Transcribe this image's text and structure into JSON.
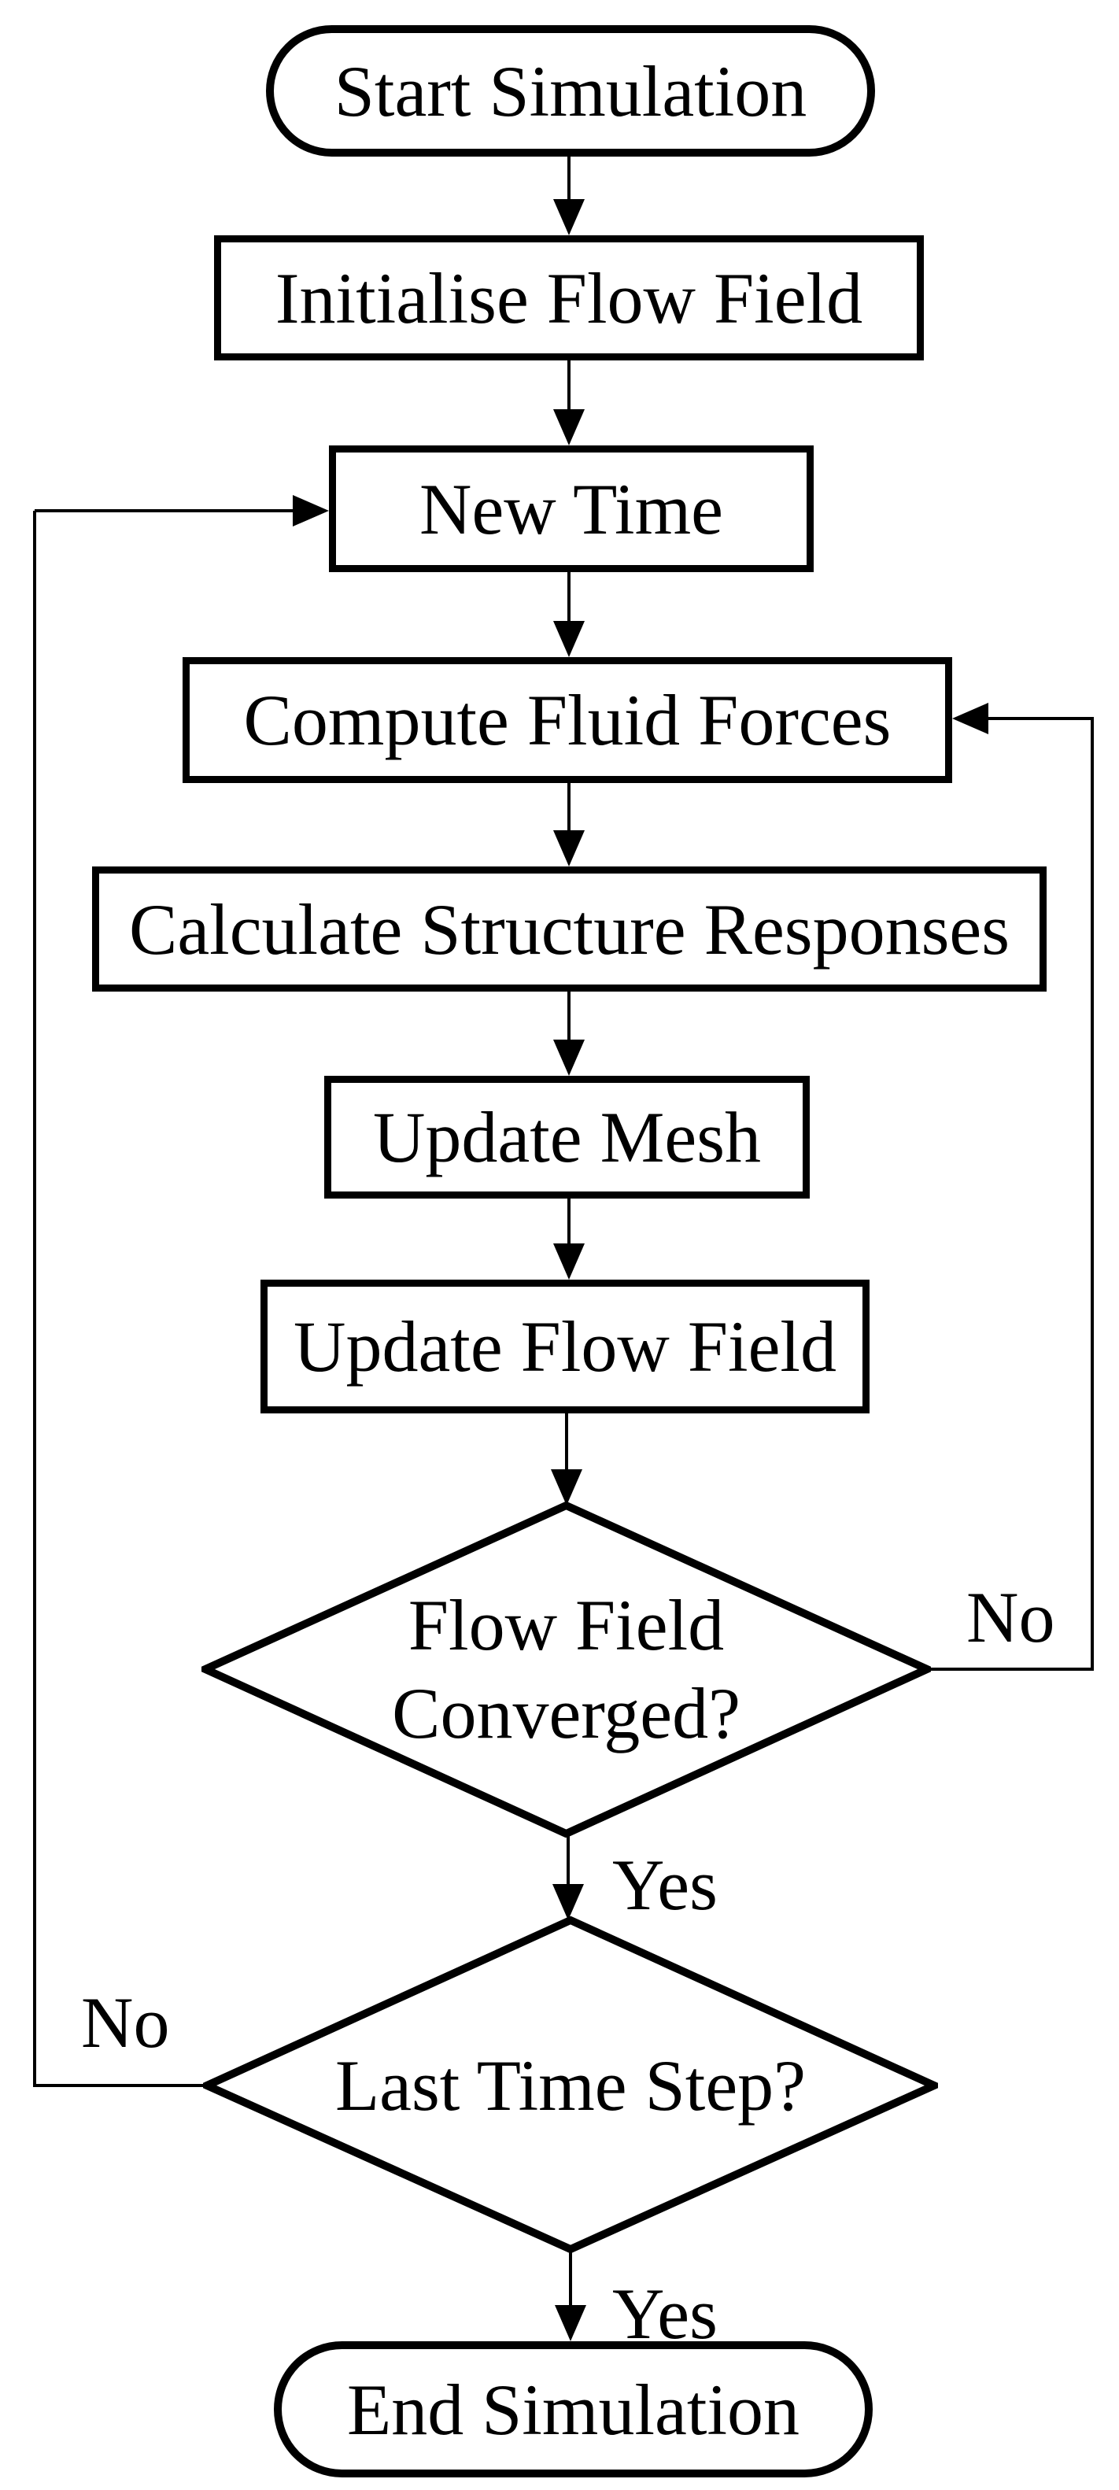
{
  "flowchart": {
    "nodes": {
      "start": "Start Simulation",
      "initialise": "Initialise Flow Field",
      "new_time": "New Time",
      "compute_forces": "Compute Fluid Forces",
      "calc_responses": "Calculate Structure Responses",
      "update_mesh": "Update Mesh",
      "update_flow": "Update Flow Field",
      "converged_line1": "Flow Field",
      "converged_line2": "Converged?",
      "last_time_step": "Last Time Step?",
      "end": "End Simulation"
    },
    "edge_labels": {
      "converged_no": "No",
      "converged_yes": "Yes",
      "last_step_no": "No",
      "last_step_yes": "Yes"
    },
    "colors": {
      "line": "#000000",
      "background": "#ffffff"
    }
  }
}
